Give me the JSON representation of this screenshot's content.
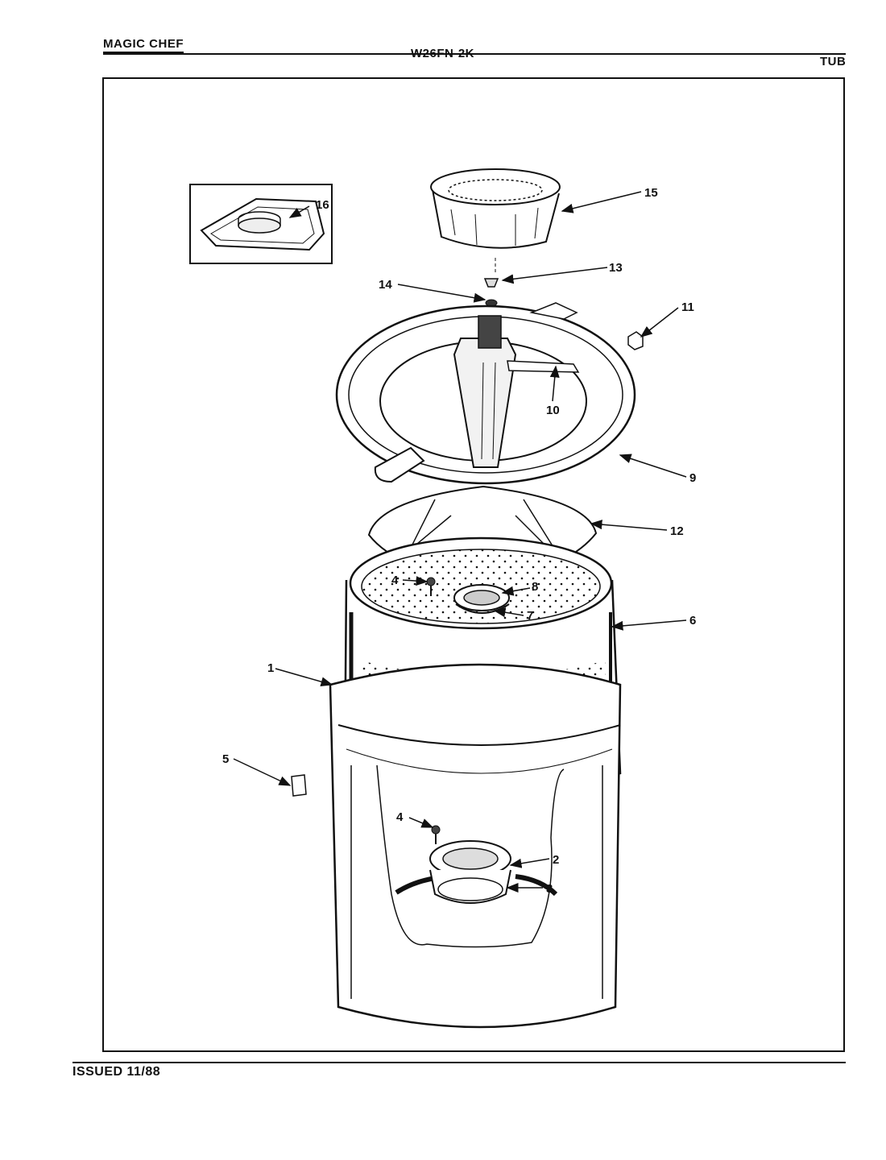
{
  "header": {
    "brand": "MAGIC CHEF",
    "model": "W26FN-2K",
    "section": "TUB"
  },
  "footer": {
    "issued": "ISSUED 11/88"
  },
  "callouts": [
    "1",
    "2",
    "3",
    "4",
    "4",
    "5",
    "6",
    "7",
    "8",
    "9",
    "10",
    "11",
    "12",
    "13",
    "14",
    "15",
    "16"
  ]
}
